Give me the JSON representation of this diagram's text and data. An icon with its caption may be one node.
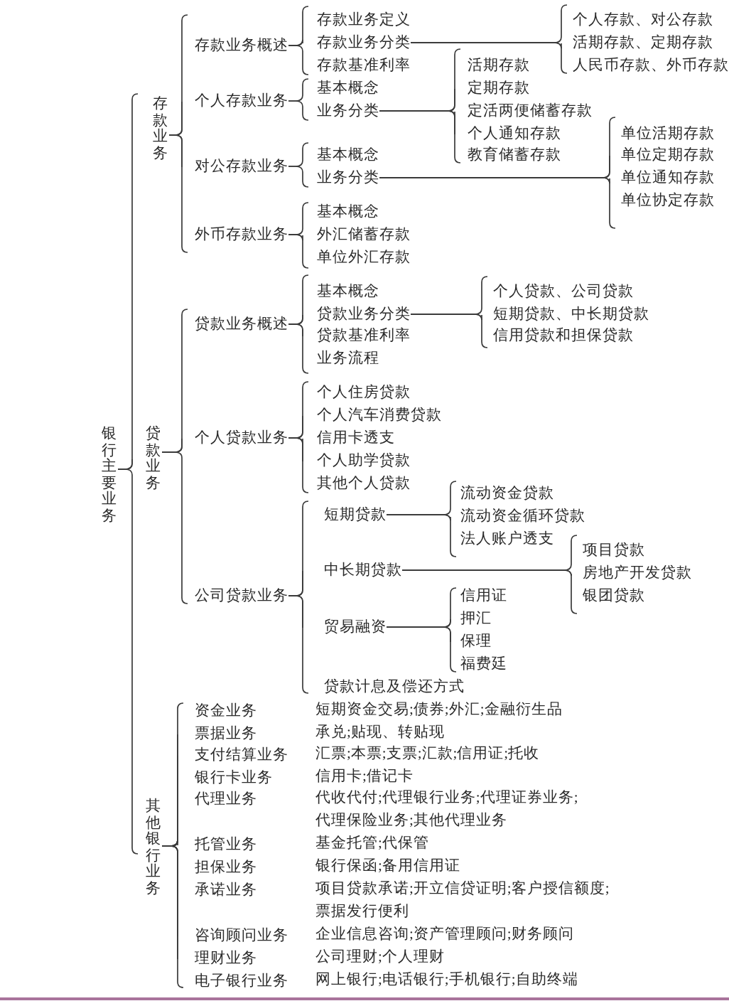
{
  "diagram": {
    "nodes": [
      {
        "text": [
          "银行主要业务"
        ]
      },
      {
        "text": [
          "存款业务"
        ]
      },
      {
        "text": [
          "存款业务概述"
        ]
      },
      {
        "text": [
          "存款业务定义"
        ]
      },
      {
        "text": [
          "存款业务分类"
        ]
      },
      {
        "text": [
          "个人存款、对公存款"
        ]
      },
      {
        "text": [
          "活期存款、定期存款"
        ]
      },
      {
        "text": [
          "人民币存款、外币存款"
        ]
      },
      {
        "text": [
          "存款基准利率"
        ]
      },
      {
        "text": [
          "个人存款业务"
        ]
      },
      {
        "text": [
          "基本概念"
        ]
      },
      {
        "text": [
          "业务分类"
        ]
      },
      {
        "text": [
          "活期存款"
        ]
      },
      {
        "text": [
          "定期存款"
        ]
      },
      {
        "text": [
          "定活两便储蓄存款"
        ]
      },
      {
        "text": [
          "个人通知存款"
        ]
      },
      {
        "text": [
          "教育储蓄存款"
        ]
      },
      {
        "text": [
          "对公存款业务"
        ]
      },
      {
        "text": [
          "基本概念"
        ]
      },
      {
        "text": [
          "业务分类"
        ]
      },
      {
        "text": [
          "单位活期存款"
        ]
      },
      {
        "text": [
          "单位定期存款"
        ]
      },
      {
        "text": [
          "单位通知存款"
        ]
      },
      {
        "text": [
          "单位协定存款"
        ]
      },
      {
        "text": [
          "外币存款业务"
        ]
      },
      {
        "text": [
          "基本概念"
        ]
      },
      {
        "text": [
          "外汇储蓄存款"
        ]
      },
      {
        "text": [
          "单位外汇存款"
        ]
      },
      {
        "text": [
          "贷款业务"
        ]
      },
      {
        "text": [
          "贷款业务概述"
        ]
      },
      {
        "text": [
          "基本概念"
        ]
      },
      {
        "text": [
          "贷款业务分类"
        ]
      },
      {
        "text": [
          "个人贷款、公司贷款"
        ]
      },
      {
        "text": [
          "短期贷款、中长期贷款"
        ]
      },
      {
        "text": [
          "信用贷款和担保贷款"
        ]
      },
      {
        "text": [
          "贷款基准利率"
        ]
      },
      {
        "text": [
          "业务流程"
        ]
      },
      {
        "text": [
          "个人贷款业务"
        ]
      },
      {
        "text": [
          "个人住房贷款"
        ]
      },
      {
        "text": [
          "个人汽车消费贷款"
        ]
      },
      {
        "text": [
          "信用卡透支"
        ]
      },
      {
        "text": [
          "个人助学贷款"
        ]
      },
      {
        "text": [
          "其他个人贷款"
        ]
      },
      {
        "text": [
          "公司贷款业务"
        ]
      },
      {
        "text": [
          "短期贷款"
        ]
      },
      {
        "text": [
          "流动资金贷款"
        ]
      },
      {
        "text": [
          "流动资金循环贷款"
        ]
      },
      {
        "text": [
          "法人账户透支"
        ]
      },
      {
        "text": [
          "中长期贷款"
        ]
      },
      {
        "text": [
          "项目贷款"
        ]
      },
      {
        "text": [
          "房地产开发贷款"
        ]
      },
      {
        "text": [
          "银团贷款"
        ]
      },
      {
        "text": [
          "贸易融资"
        ]
      },
      {
        "text": [
          "信用证"
        ]
      },
      {
        "text": [
          "押汇"
        ]
      },
      {
        "text": [
          "保理"
        ]
      },
      {
        "text": [
          "福费廷"
        ]
      },
      {
        "text": [
          "贷款计息及偿还方式"
        ]
      },
      {
        "text": [
          "其他银行业务"
        ]
      },
      {
        "text": [
          "资金业务"
        ]
      },
      {
        "text": [
          "票据业务"
        ]
      },
      {
        "text": [
          "支付结算业务"
        ]
      },
      {
        "text": [
          "银行卡业务"
        ]
      },
      {
        "text": [
          "代理业务"
        ]
      },
      {
        "text": [
          "托管业务"
        ]
      },
      {
        "text": [
          "担保业务"
        ]
      },
      {
        "text": [
          "承诺业务"
        ]
      },
      {
        "text": [
          "咨询顾问业务"
        ]
      },
      {
        "text": [
          "理财业务"
        ]
      },
      {
        "text": [
          "电子银行业务"
        ]
      }
    ],
    "edges": [
      {
        "from": 0,
        "to": 1,
        "arrow": "none"
      },
      {
        "from": 0,
        "to": 28,
        "arrow": "none"
      },
      {
        "from": 0,
        "to": 58,
        "arrow": "none"
      },
      {
        "from": 1,
        "to": 2,
        "arrow": "none"
      },
      {
        "from": 1,
        "to": 9,
        "arrow": "none"
      },
      {
        "from": 1,
        "to": 17,
        "arrow": "none"
      },
      {
        "from": 1,
        "to": 24,
        "arrow": "none"
      },
      {
        "from": 2,
        "to": 3,
        "arrow": "none"
      },
      {
        "from": 2,
        "to": 4,
        "arrow": "none"
      },
      {
        "from": 2,
        "to": 8,
        "arrow": "none"
      },
      {
        "from": 4,
        "to": 5,
        "arrow": "none"
      },
      {
        "from": 4,
        "to": 6,
        "arrow": "none"
      },
      {
        "from": 4,
        "to": 7,
        "arrow": "none"
      },
      {
        "from": 9,
        "to": 10,
        "arrow": "none"
      },
      {
        "from": 9,
        "to": 11,
        "arrow": "none"
      },
      {
        "from": 11,
        "to": 12,
        "arrow": "none"
      },
      {
        "from": 11,
        "to": 13,
        "arrow": "none"
      },
      {
        "from": 11,
        "to": 14,
        "arrow": "none"
      },
      {
        "from": 11,
        "to": 15,
        "arrow": "none"
      },
      {
        "from": 11,
        "to": 16,
        "arrow": "none"
      },
      {
        "from": 17,
        "to": 18,
        "arrow": "none"
      },
      {
        "from": 17,
        "to": 19,
        "arrow": "none"
      },
      {
        "from": 19,
        "to": 20,
        "arrow": "none"
      },
      {
        "from": 19,
        "to": 21,
        "arrow": "none"
      },
      {
        "from": 19,
        "to": 22,
        "arrow": "none"
      },
      {
        "from": 19,
        "to": 23,
        "arrow": "none"
      },
      {
        "from": 24,
        "to": 25,
        "arrow": "none"
      },
      {
        "from": 24,
        "to": 26,
        "arrow": "none"
      },
      {
        "from": 24,
        "to": 27,
        "arrow": "none"
      },
      {
        "from": 28,
        "to": 29,
        "arrow": "none"
      },
      {
        "from": 28,
        "to": 37,
        "arrow": "none"
      },
      {
        "from": 28,
        "to": 43,
        "arrow": "none"
      },
      {
        "from": 29,
        "to": 30,
        "arrow": "none"
      },
      {
        "from": 29,
        "to": 31,
        "arrow": "none"
      },
      {
        "from": 29,
        "to": 35,
        "arrow": "none"
      },
      {
        "from": 29,
        "to": 36,
        "arrow": "none"
      },
      {
        "from": 31,
        "to": 32,
        "arrow": "none"
      },
      {
        "from": 31,
        "to": 33,
        "arrow": "none"
      },
      {
        "from": 31,
        "to": 34,
        "arrow": "none"
      },
      {
        "from": 37,
        "to": 38,
        "arrow": "none"
      },
      {
        "from": 37,
        "to": 39,
        "arrow": "none"
      },
      {
        "from": 37,
        "to": 40,
        "arrow": "none"
      },
      {
        "from": 37,
        "to": 41,
        "arrow": "none"
      },
      {
        "from": 37,
        "to": 42,
        "arrow": "none"
      },
      {
        "from": 43,
        "to": 44,
        "arrow": "none"
      },
      {
        "from": 43,
        "to": 48,
        "arrow": "none"
      },
      {
        "from": 43,
        "to": 52,
        "arrow": "none"
      },
      {
        "from": 43,
        "to": 57,
        "arrow": "none"
      },
      {
        "from": 44,
        "to": 45,
        "arrow": "none"
      },
      {
        "from": 44,
        "to": 46,
        "arrow": "none"
      },
      {
        "from": 44,
        "to": 47,
        "arrow": "none"
      },
      {
        "from": 48,
        "to": 49,
        "arrow": "none"
      },
      {
        "from": 48,
        "to": 50,
        "arrow": "none"
      },
      {
        "from": 48,
        "to": 51,
        "arrow": "none"
      },
      {
        "from": 52,
        "to": 53,
        "arrow": "none"
      },
      {
        "from": 52,
        "to": 54,
        "arrow": "none"
      },
      {
        "from": 52,
        "to": 55,
        "arrow": "none"
      },
      {
        "from": 52,
        "to": 56,
        "arrow": "none"
      },
      {
        "from": 58,
        "to": 59,
        "arrow": "none"
      },
      {
        "from": 58,
        "to": 60,
        "arrow": "none"
      },
      {
        "from": 58,
        "to": 61,
        "arrow": "none"
      },
      {
        "from": 58,
        "to": 62,
        "arrow": "none"
      },
      {
        "from": 58,
        "to": 63,
        "arrow": "none"
      },
      {
        "from": 58,
        "to": 64,
        "arrow": "none"
      },
      {
        "from": 58,
        "to": 65,
        "arrow": "none"
      },
      {
        "from": 58,
        "to": 66,
        "arrow": "none"
      },
      {
        "from": 58,
        "to": 67,
        "arrow": "none"
      },
      {
        "from": 58,
        "to": 68,
        "arrow": "none"
      },
      {
        "from": 58,
        "to": 69,
        "arrow": "none"
      }
    ],
    "labels": [
      "短期资金交易;债券;外汇;金融衍生品",
      "承兑;贴现、转贴现",
      "汇票;本票;支票;汇款;信用证;托收",
      "信用卡;借记卡",
      "代收代付;代理银行业务;代理证券业务;代理保险业务;其他代理业务",
      "基金托管;代保管",
      "银行保函;备用信用证",
      "项目贷款承诺;开立信贷证明;客户授信额度;票据发行便利",
      "企业信息咨询;资产管理顾问;财务顾问",
      "公司理财;个人理财",
      "网上银行;电话银行;手机银行;自助终端"
    ]
  }
}
